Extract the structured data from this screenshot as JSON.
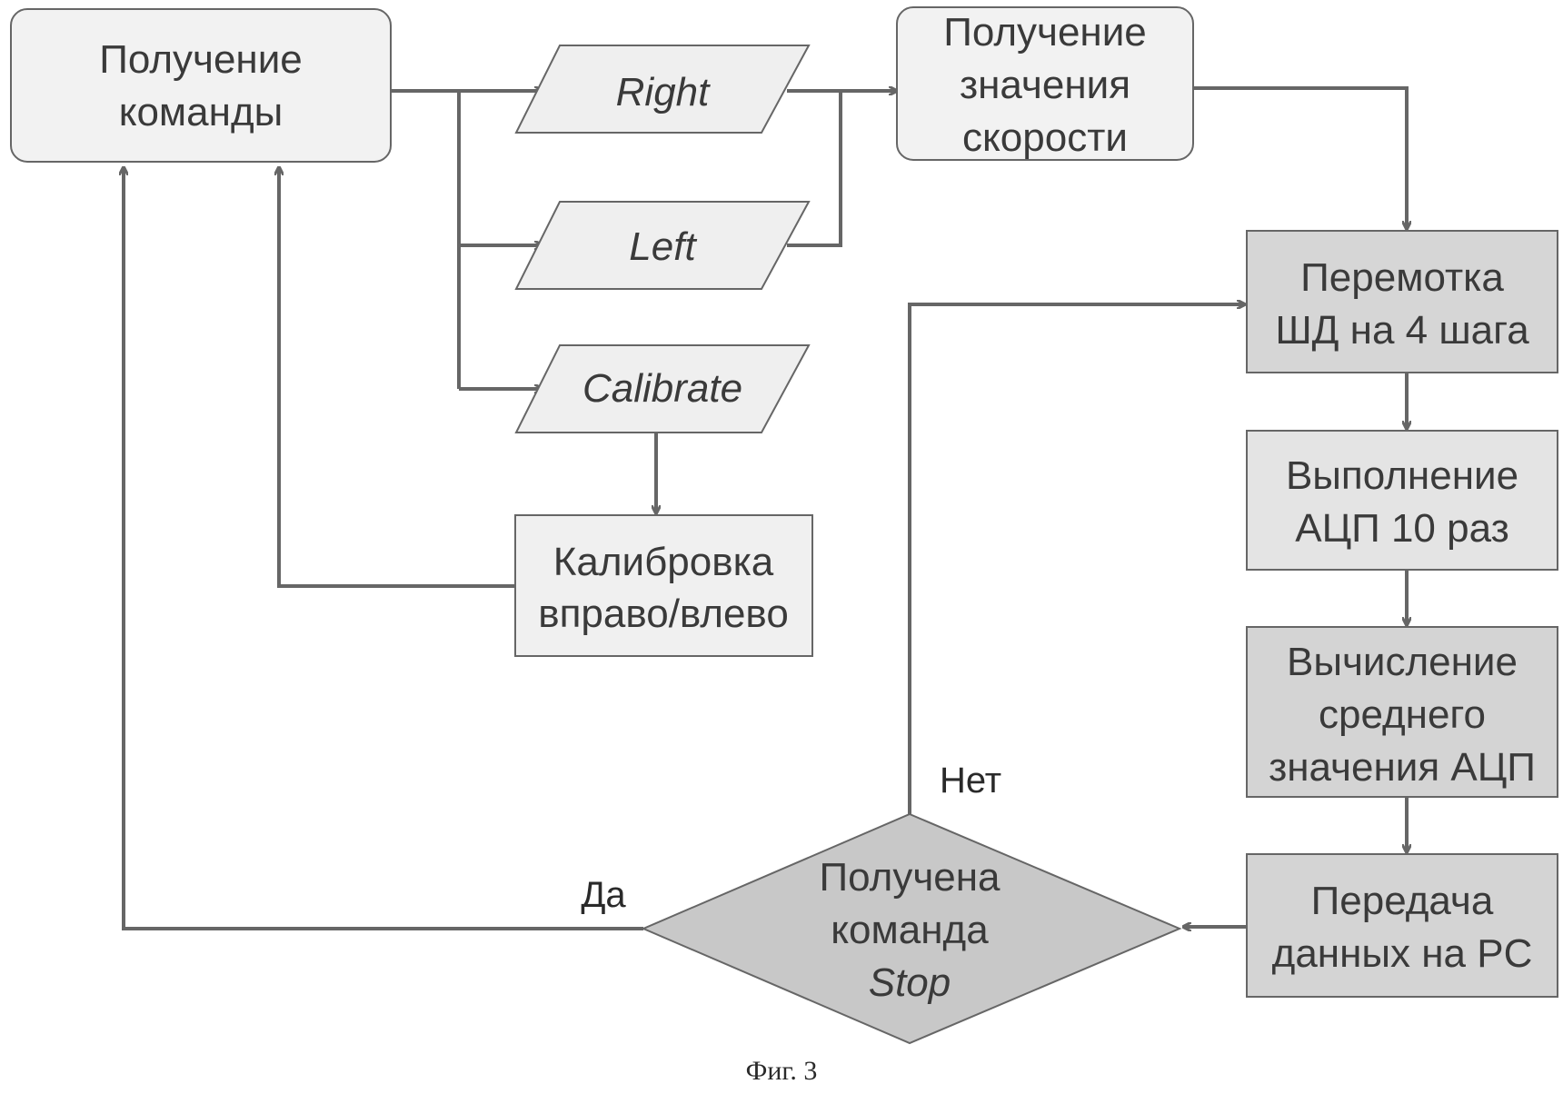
{
  "nodes": {
    "get_command": [
      "Получение",
      "команды"
    ],
    "right": "Right",
    "left": "Left",
    "calibrate": "Calibrate",
    "get_speed": [
      "Получение",
      "значения",
      "скорости"
    ],
    "calibration": [
      "Калибровка",
      "вправо/влево"
    ],
    "rewind": [
      "Перемотка",
      "ШД на 4 шага"
    ],
    "adc_run": [
      "Выполнение",
      "АЦП 10 раз"
    ],
    "adc_avg": [
      "Вычисление",
      "среднего",
      "значения АЦП"
    ],
    "transfer": [
      "Передача",
      "данных на PC"
    ],
    "decision": [
      "Получена",
      "команда"
    ],
    "decision_stop": "Stop"
  },
  "labels": {
    "yes": "Да",
    "no": "Нет"
  },
  "caption": "Фиг. 3",
  "colors": {
    "light_fill": "#f2f2f2",
    "mid_fill": "#e6e6e6",
    "dark_fill": "#d4d4d4",
    "diamond_fill": "#c8c8c8",
    "stroke": "#666666"
  }
}
